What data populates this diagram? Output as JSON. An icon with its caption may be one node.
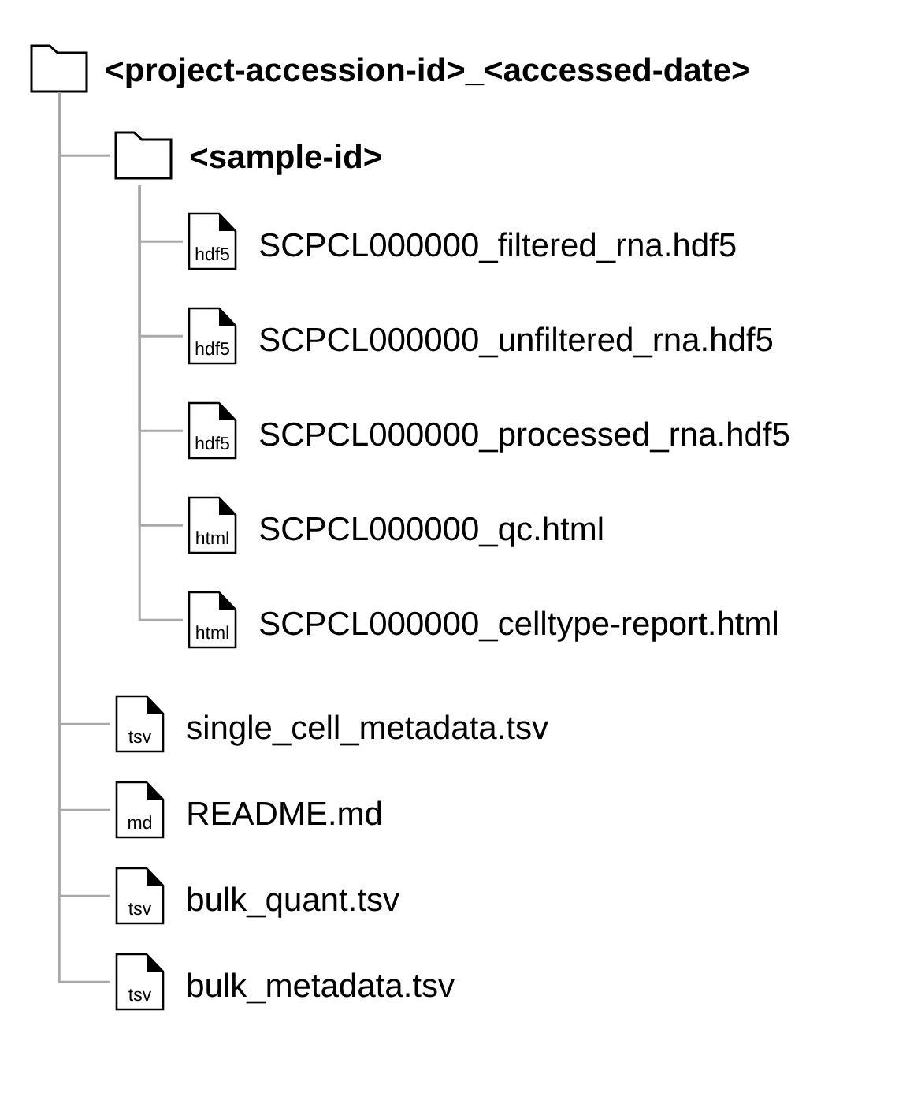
{
  "diagram": {
    "nodes": [
      {
        "text": [
          "<project-accession-id>_<accessed-date>"
        ]
      },
      {
        "text": [
          "<sample-id>"
        ]
      },
      {
        "text": [
          "hdf5",
          "SCPCL000000_filtered_rna.hdf5"
        ]
      },
      {
        "text": [
          "hdf5",
          "SCPCL000000_unfiltered_rna.hdf5"
        ]
      },
      {
        "text": [
          "hdf5",
          "SCPCL000000_processed_rna.hdf5"
        ]
      },
      {
        "text": [
          "html",
          "SCPCL000000_qc.html"
        ]
      },
      {
        "text": [
          "html",
          "SCPCL000000_celltype-report.html"
        ]
      },
      {
        "text": [
          "tsv",
          "single_cell_metadata.tsv"
        ]
      },
      {
        "text": [
          "md",
          "README.md"
        ]
      },
      {
        "text": [
          "tsv",
          "bulk_quant.tsv"
        ]
      },
      {
        "text": [
          "tsv",
          "bulk_metadata.tsv"
        ]
      }
    ],
    "edges": [
      {
        "from": 0,
        "to": 1,
        "arrow": "none"
      },
      {
        "from": 1,
        "to": 2,
        "arrow": "none"
      },
      {
        "from": 1,
        "to": 3,
        "arrow": "none"
      },
      {
        "from": 1,
        "to": 4,
        "arrow": "none"
      },
      {
        "from": 1,
        "to": 5,
        "arrow": "none"
      },
      {
        "from": 1,
        "to": 6,
        "arrow": "none"
      },
      {
        "from": 0,
        "to": 7,
        "arrow": "none"
      },
      {
        "from": 0,
        "to": 8,
        "arrow": "none"
      },
      {
        "from": 0,
        "to": 9,
        "arrow": "none"
      },
      {
        "from": 0,
        "to": 10,
        "arrow": "none"
      }
    ]
  }
}
